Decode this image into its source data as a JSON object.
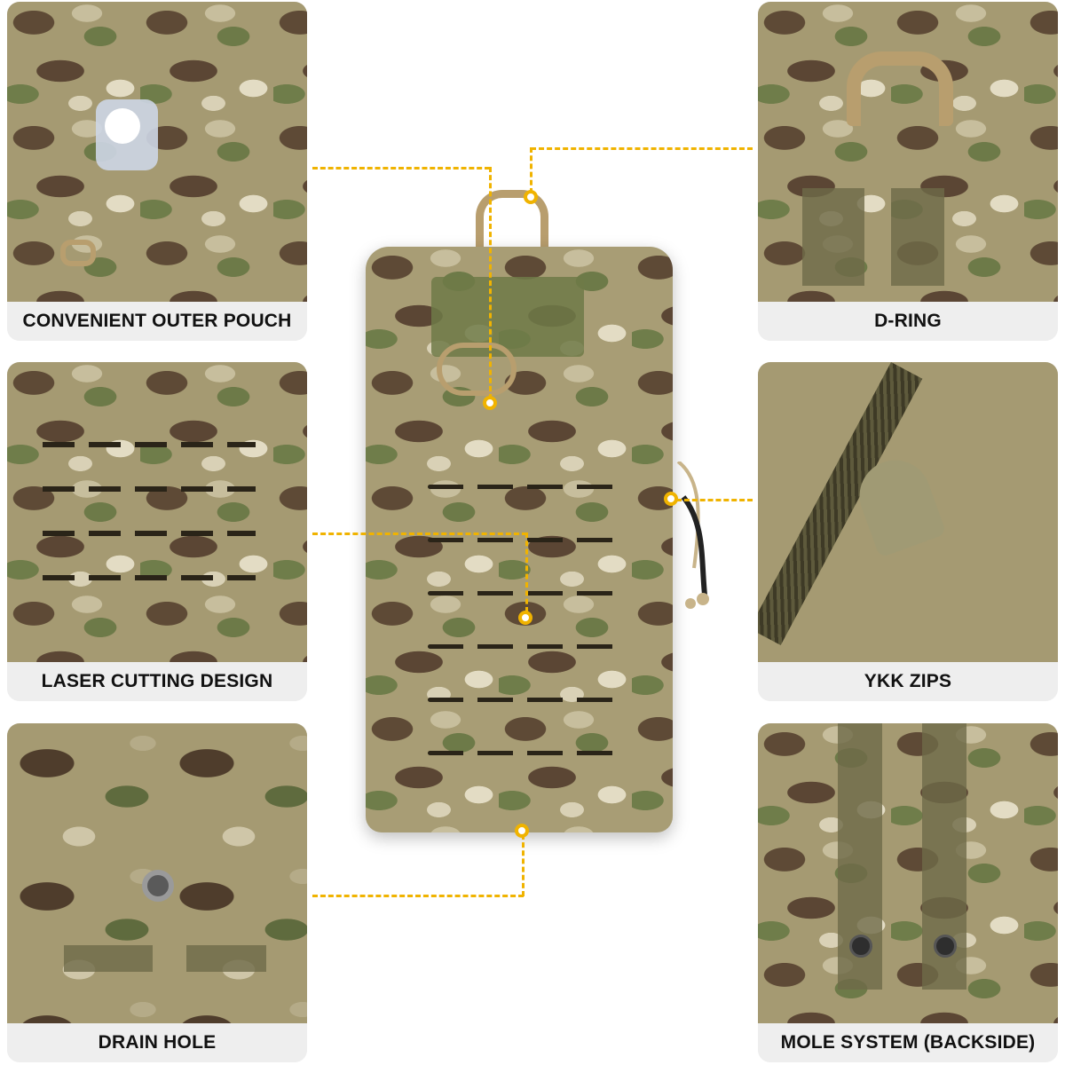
{
  "panels": {
    "top_left": {
      "caption": "CONVENIENT OUTER POUCH"
    },
    "top_right": {
      "caption": "D-RING"
    },
    "mid_left": {
      "caption": "LASER CUTTING DESIGN"
    },
    "mid_right": {
      "caption": "YKK ZIPS"
    },
    "bottom_left": {
      "caption": "DRAIN HOLE"
    },
    "bottom_right": {
      "caption": "MOLE SYSTEM (BACKSIDE)"
    }
  },
  "colors": {
    "connector": "#f0b300",
    "caption_bg": "#eeeeee",
    "caption_text": "#111111"
  },
  "icons": {
    "d_ring": "d-ring-icon",
    "zip_pull": "zipper-pull-icon",
    "drain_grommet": "grommet-icon",
    "snap_button": "snap-button-icon"
  }
}
